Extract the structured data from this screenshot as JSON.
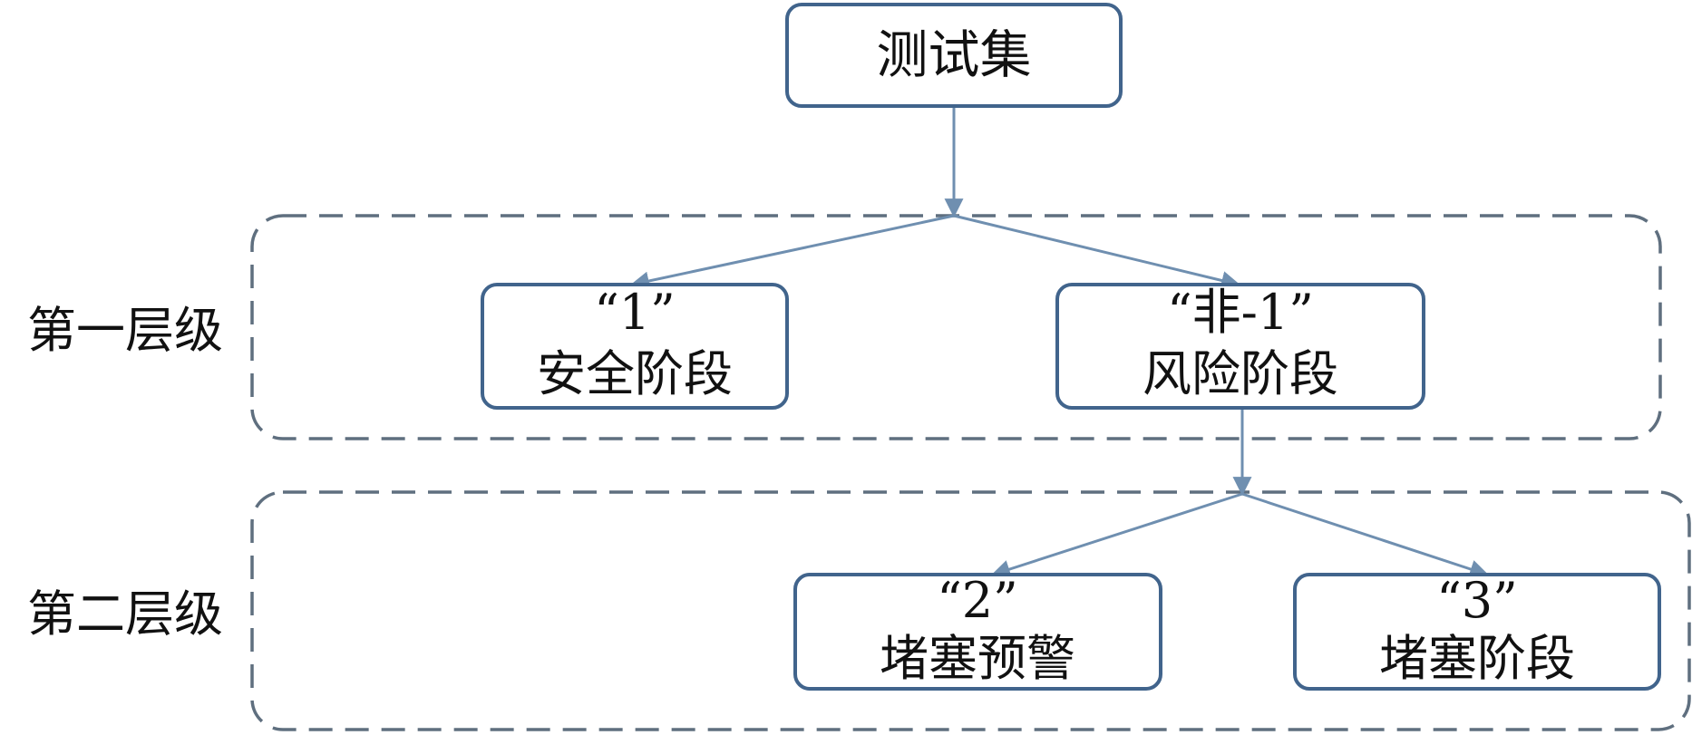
{
  "levels": {
    "first": "第一层级",
    "second": "第二层级"
  },
  "nodes": {
    "root": {
      "text": "测试集"
    },
    "safe": {
      "code": "“1”",
      "text": "安全阶段"
    },
    "risk": {
      "code": "“非-1”",
      "text": "风险阶段"
    },
    "warning": {
      "code": "“2”",
      "text": "堵塞预警"
    },
    "blocked": {
      "code": "“3”",
      "text": "堵塞阶段"
    }
  },
  "colors": {
    "box_stroke": "#41648c",
    "dashed_group": "#5f6f7f",
    "connector": "#6f8fb0"
  }
}
